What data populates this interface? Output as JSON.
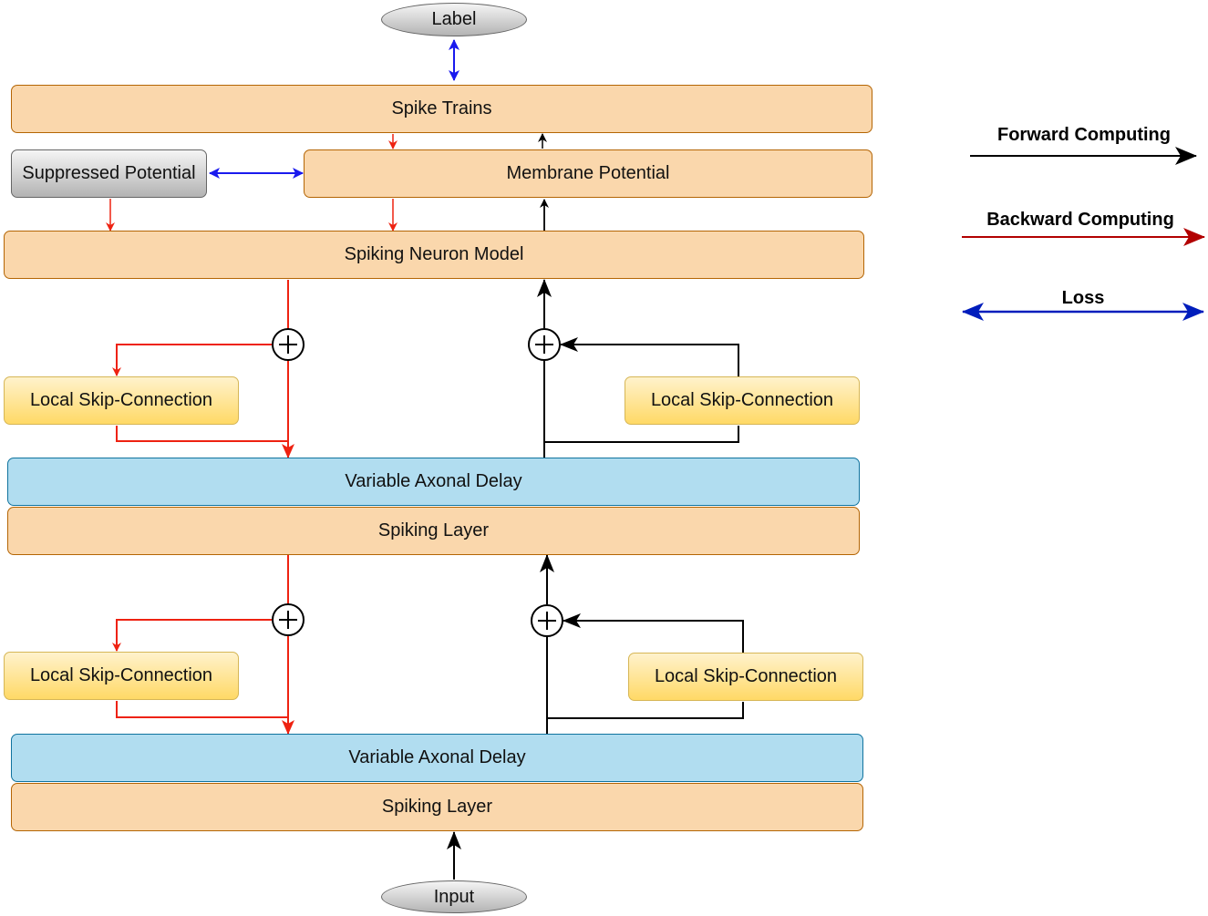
{
  "nodes": {
    "label": "Label",
    "input": "Input",
    "spike_trains": "Spike Trains",
    "suppressed_potential": "Suppressed Potential",
    "membrane_potential": "Membrane Potential",
    "spiking_neuron_model": "Spiking Neuron Model",
    "local_skip_connection": "Local Skip-Connection",
    "variable_axonal_delay": "Variable Axonal Delay",
    "spiking_layer": "Spiking Layer"
  },
  "legend": {
    "forward": "Forward Computing",
    "backward": "Backward Computing",
    "loss": "Loss"
  },
  "colors": {
    "forward": "#000000",
    "backward": "#ee2211",
    "backward_legend": "#b20000",
    "loss": "#1a1aee",
    "loss_legend": "#001dbc",
    "spiking": "#fad7ac",
    "delay": "#b1ddf0",
    "skip": "#ffd966",
    "suppressed": "#b3b3b3"
  }
}
